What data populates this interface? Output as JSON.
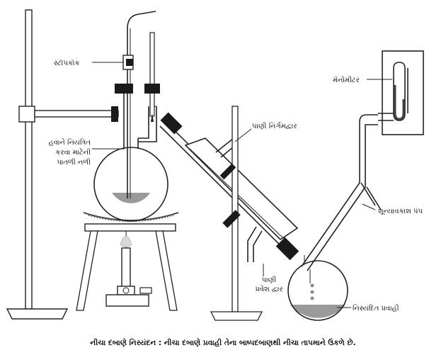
{
  "labels": {
    "stopcock": "સ્ટૉપકૉક",
    "air_tube_line1": "હવાને નિયંત્રિત",
    "air_tube_line2": "કરવા માટેની",
    "air_tube_line3": "પાતળી નળી",
    "water_outlet": "પાણી નિર્ગમદ્વાર",
    "manometer": "મૅનોમીટર",
    "vacuum_pump": "શૂન્યાવકાશ પંપ",
    "water_inlet_line1": "પાણી",
    "water_inlet_line2": "પ્રવેશ દ્વાર",
    "distilled_liquid": "નિસ્યંદિત પ્રવાહી"
  },
  "caption": "નીચા દબાણે નિસ્યંદન : નીચા દબાણે પ્રવાહી તેના બાષ્પદબાણથી નીચા તાપમાને ઉકળે છે.",
  "colors": {
    "stroke": "#222222",
    "liquid": "#9a9a9a",
    "stopper": "#1a1a1a"
  }
}
